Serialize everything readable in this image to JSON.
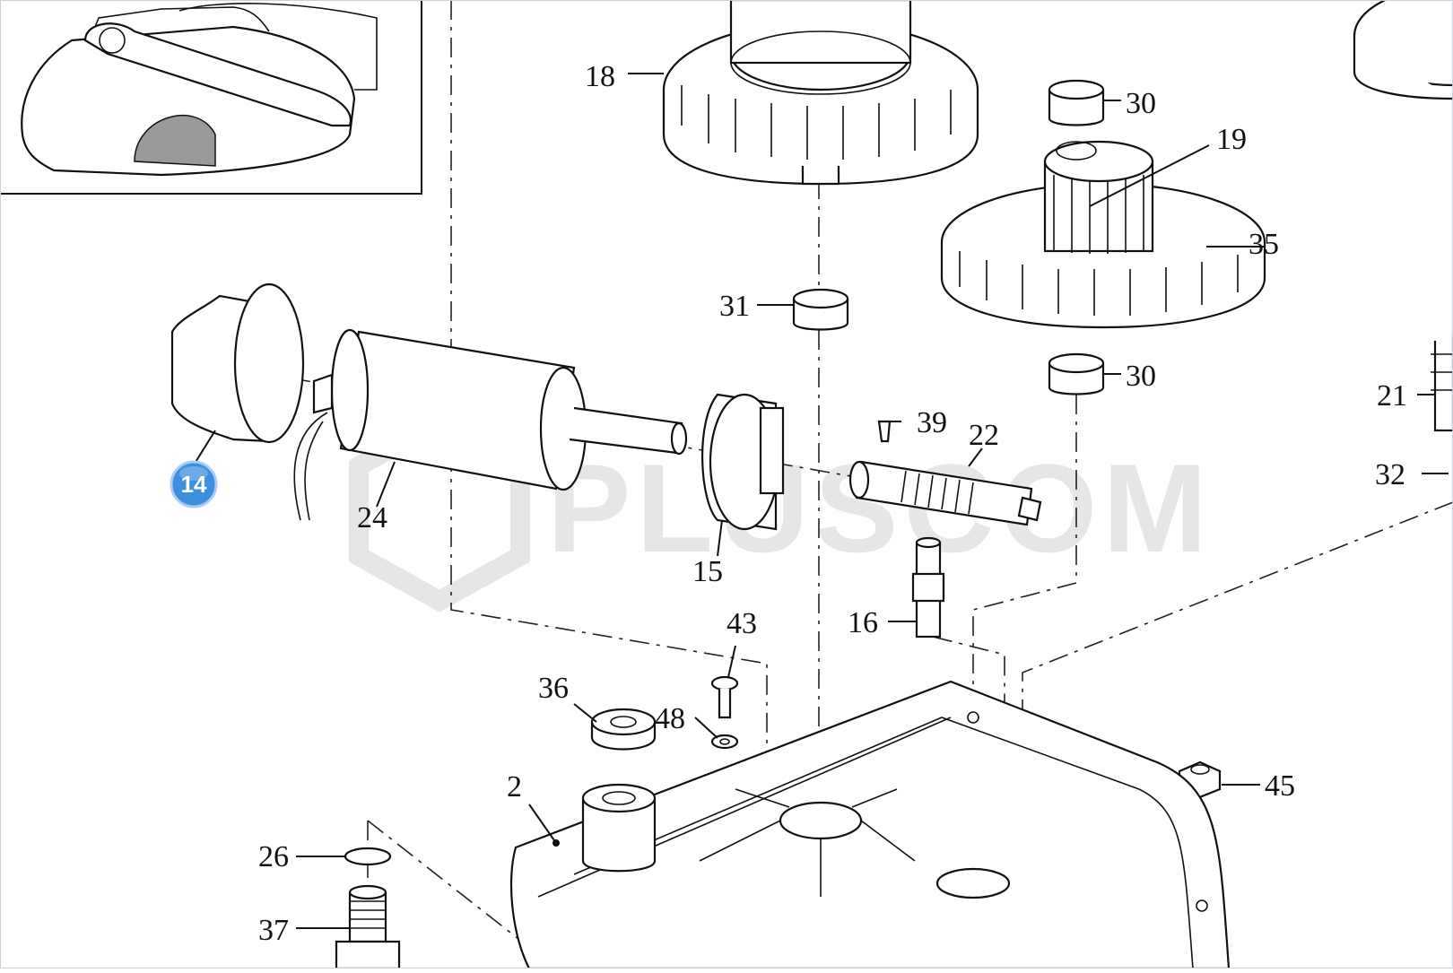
{
  "diagram": {
    "watermark": "PLUSCOM",
    "highlight_badge": "14",
    "labels": {
      "p18": "18",
      "p30a": "30",
      "p19": "19",
      "p35": "35",
      "p30b": "30",
      "p31": "31",
      "p21": "21",
      "p32": "32",
      "p39": "39",
      "p22": "22",
      "p24": "24",
      "p15": "15",
      "p16": "16",
      "p43": "43",
      "p36": "36",
      "p48": "48",
      "p2": "2",
      "p45": "45",
      "p26": "26",
      "p37": "37"
    },
    "colors": {
      "badge": "#3d8fe0",
      "line": "#111111",
      "watermark": "#e6e6e6",
      "frame": "#c9d2dc"
    }
  }
}
